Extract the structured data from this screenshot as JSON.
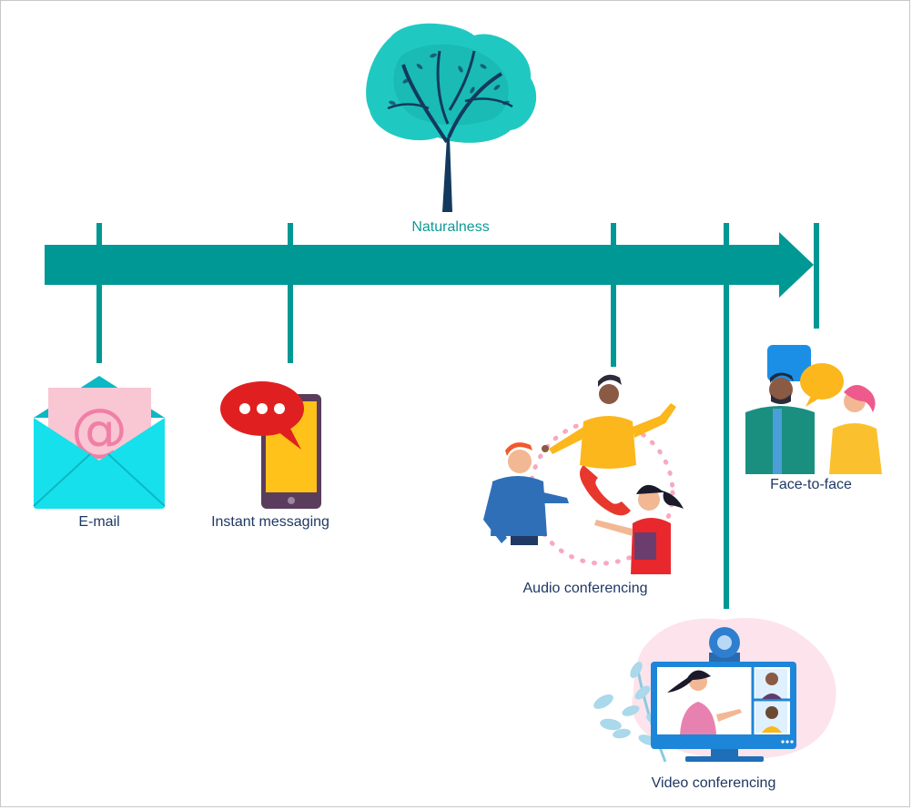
{
  "axis": {
    "label": "Naturalness",
    "color": "#009894"
  },
  "stages": [
    {
      "id": "email",
      "label": "E-mail",
      "icon": "email-envelope-icon"
    },
    {
      "id": "im",
      "label": "Instant messaging",
      "icon": "smartphone-chat-icon"
    },
    {
      "id": "audio",
      "label": "Audio conferencing",
      "icon": "audio-conference-people-icon"
    },
    {
      "id": "video",
      "label": "Video conferencing",
      "icon": "video-conference-monitor-icon"
    },
    {
      "id": "f2f",
      "label": "Face-to-face",
      "icon": "face-to-face-people-icon"
    }
  ],
  "colors": {
    "label_text": "#1f3864",
    "axis_text": "#0f9a96",
    "tree_foliage": "#1fc9c2"
  }
}
